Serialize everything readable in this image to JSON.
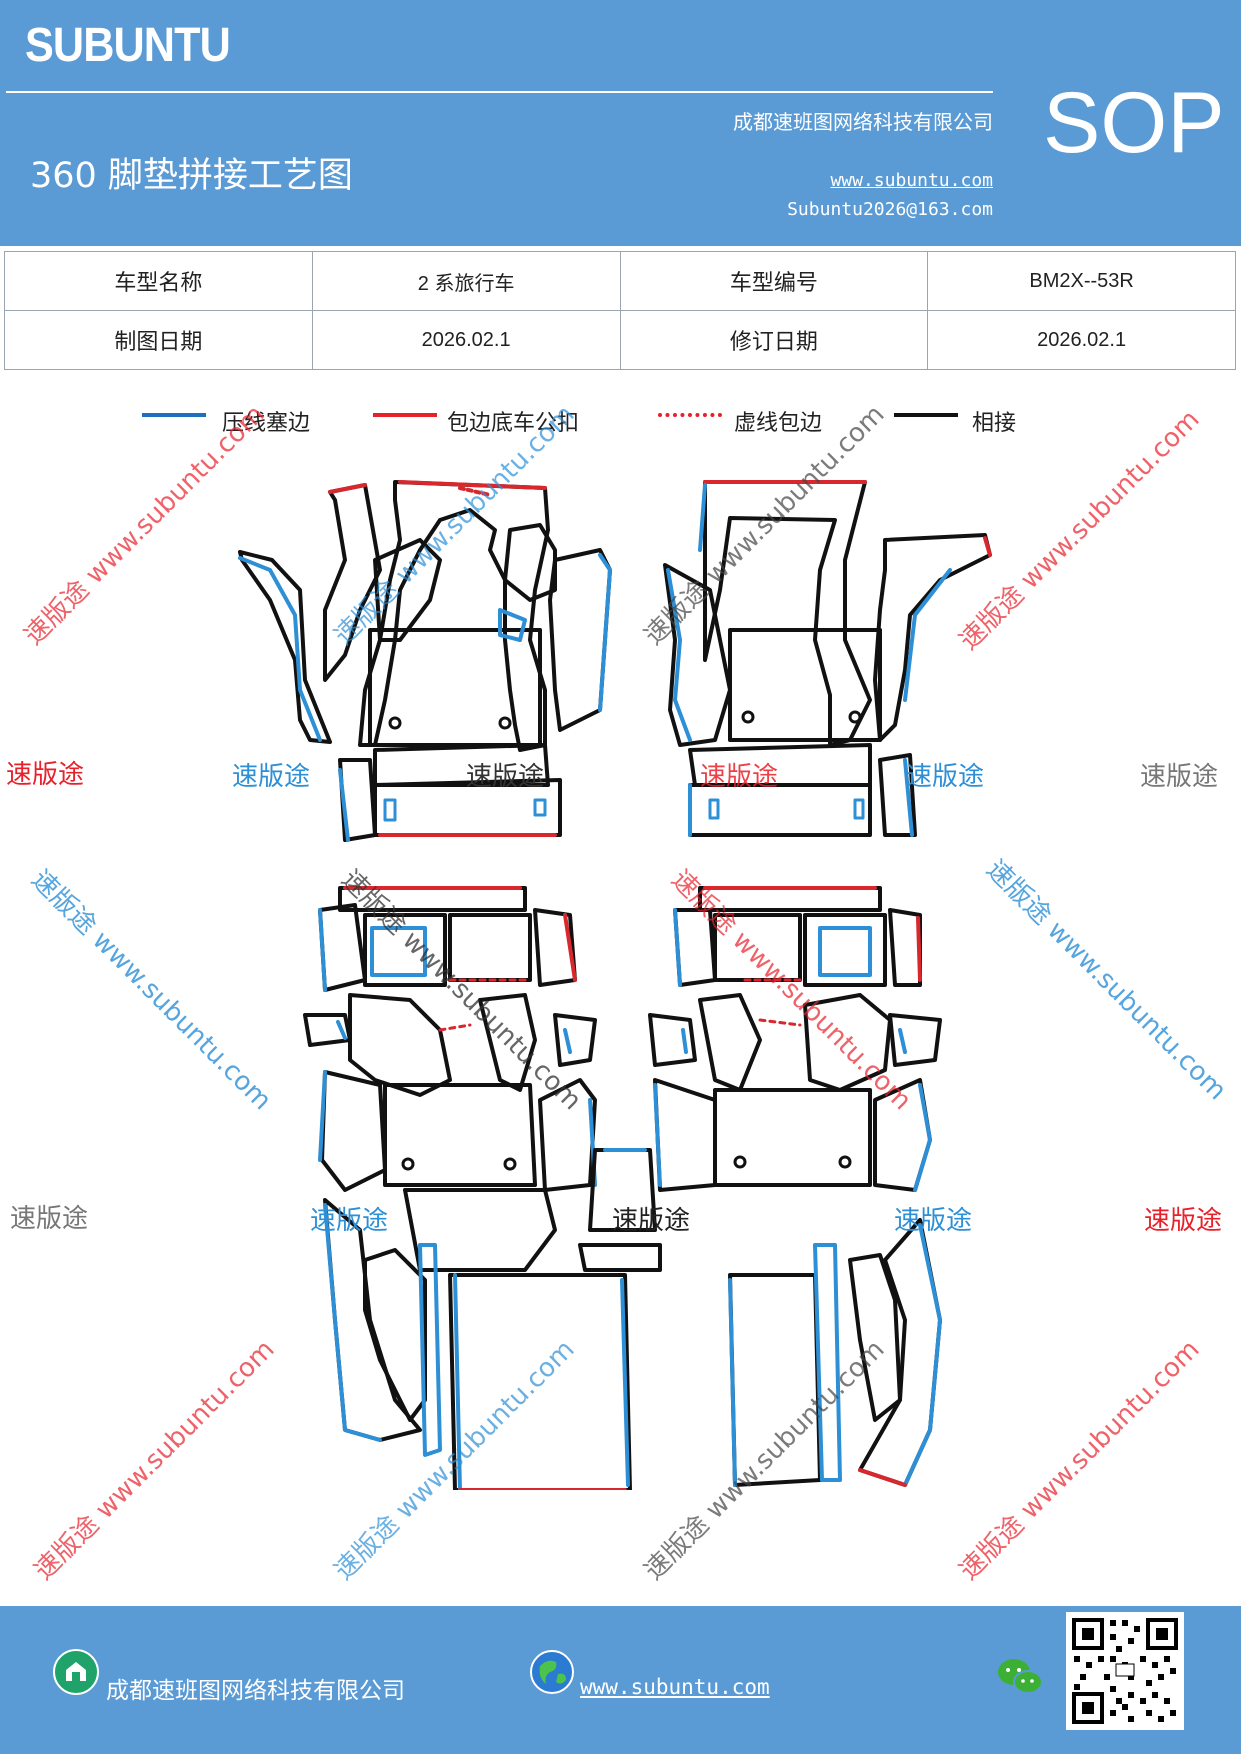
{
  "header": {
    "brand": "SUBUNTU",
    "title": "360 脚垫拼接工艺图",
    "company": "成都速班图网络科技有限公司",
    "website": "www.subuntu.com",
    "email": "Subuntu2026@163.com",
    "badge": "SOP"
  },
  "info_table": {
    "rows": [
      {
        "label1": "车型名称",
        "value1": "2 系旅行车",
        "label2": "车型编号",
        "value2": "BM2X--53R"
      },
      {
        "label1": "制图日期",
        "value1": "2026.02.1",
        "label2": "修订日期",
        "value2": "2026.02.1"
      }
    ]
  },
  "legend": {
    "items": [
      {
        "label": "压线塞边",
        "color": "#1f6fc0",
        "style": "solid"
      },
      {
        "label": "包边底车公扣",
        "color": "#e8202a",
        "style": "solid"
      },
      {
        "label": "虚线包边",
        "color": "#e8202a",
        "style": "dashed"
      },
      {
        "label": "相接",
        "color": "#111111",
        "style": "solid"
      }
    ]
  },
  "watermarks": {
    "brand": "速版途",
    "diag": "速版途 www.subuntu.com"
  },
  "colors": {
    "header_bg": "#5b9bd5",
    "blue_edge": "#2d8fd6",
    "red_edge": "#d9272e",
    "outline": "#111111"
  },
  "footer": {
    "company": "成都速班图网络科技有限公司",
    "website": "www.subuntu.com",
    "icons": [
      "company-icon",
      "globe-icon",
      "wechat-icon",
      "qr-code"
    ]
  }
}
